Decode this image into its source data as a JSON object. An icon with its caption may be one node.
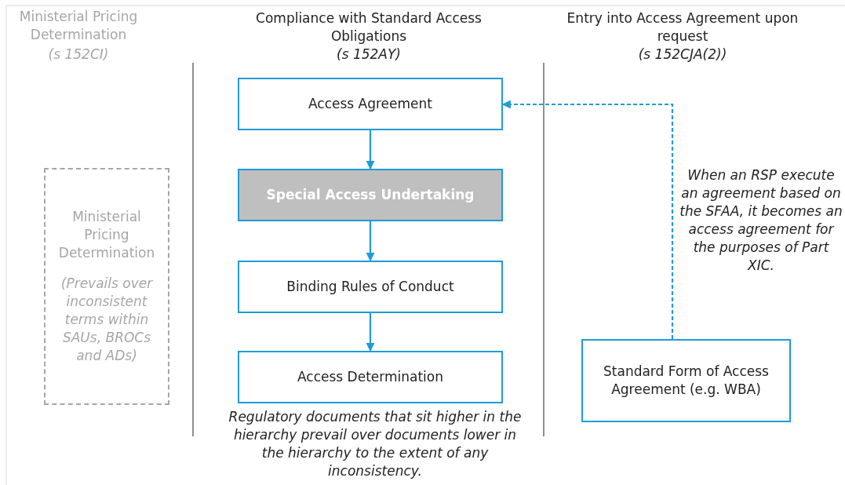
{
  "diagram": {
    "nodes": [
      {
        "text": [
          "Ministerial Pricing Determination",
          "(Prevails over inconsistent terms within SAUs, BROCs and ADs)"
        ]
      },
      {
        "text": [
          "Access Agreement"
        ]
      },
      {
        "text": [
          "Special Access Undertaking"
        ]
      },
      {
        "text": [
          "Binding Rules of Conduct"
        ]
      },
      {
        "text": [
          "Access Determination"
        ]
      },
      {
        "text": [
          "Standard Form of Access Agreement (e.g. WBA)"
        ]
      }
    ],
    "edges": [
      {
        "from": 1,
        "to": 2,
        "arrow": "to"
      },
      {
        "from": 2,
        "to": 3,
        "arrow": "to"
      },
      {
        "from": 3,
        "to": 4,
        "arrow": "to"
      },
      {
        "from": 5,
        "to": 1,
        "arrow": "to",
        "style": "dashed"
      }
    ],
    "labels": [
      "Ministerial Pricing Determination",
      "(s 152CI)",
      "Compliance with Standard Access Obligations",
      "(s 152AY)",
      "Entry into Access Agreement upon request",
      "(s 152CJA(2))",
      "When an RSP execute an agreement based on the SFAA, it becomes an access agreement for the purposes of Part XIC.",
      "Regulatory documents that sit higher in the hierarchy prevail over documents lower in the hierarchy to the extent of any inconsistency."
    ]
  }
}
